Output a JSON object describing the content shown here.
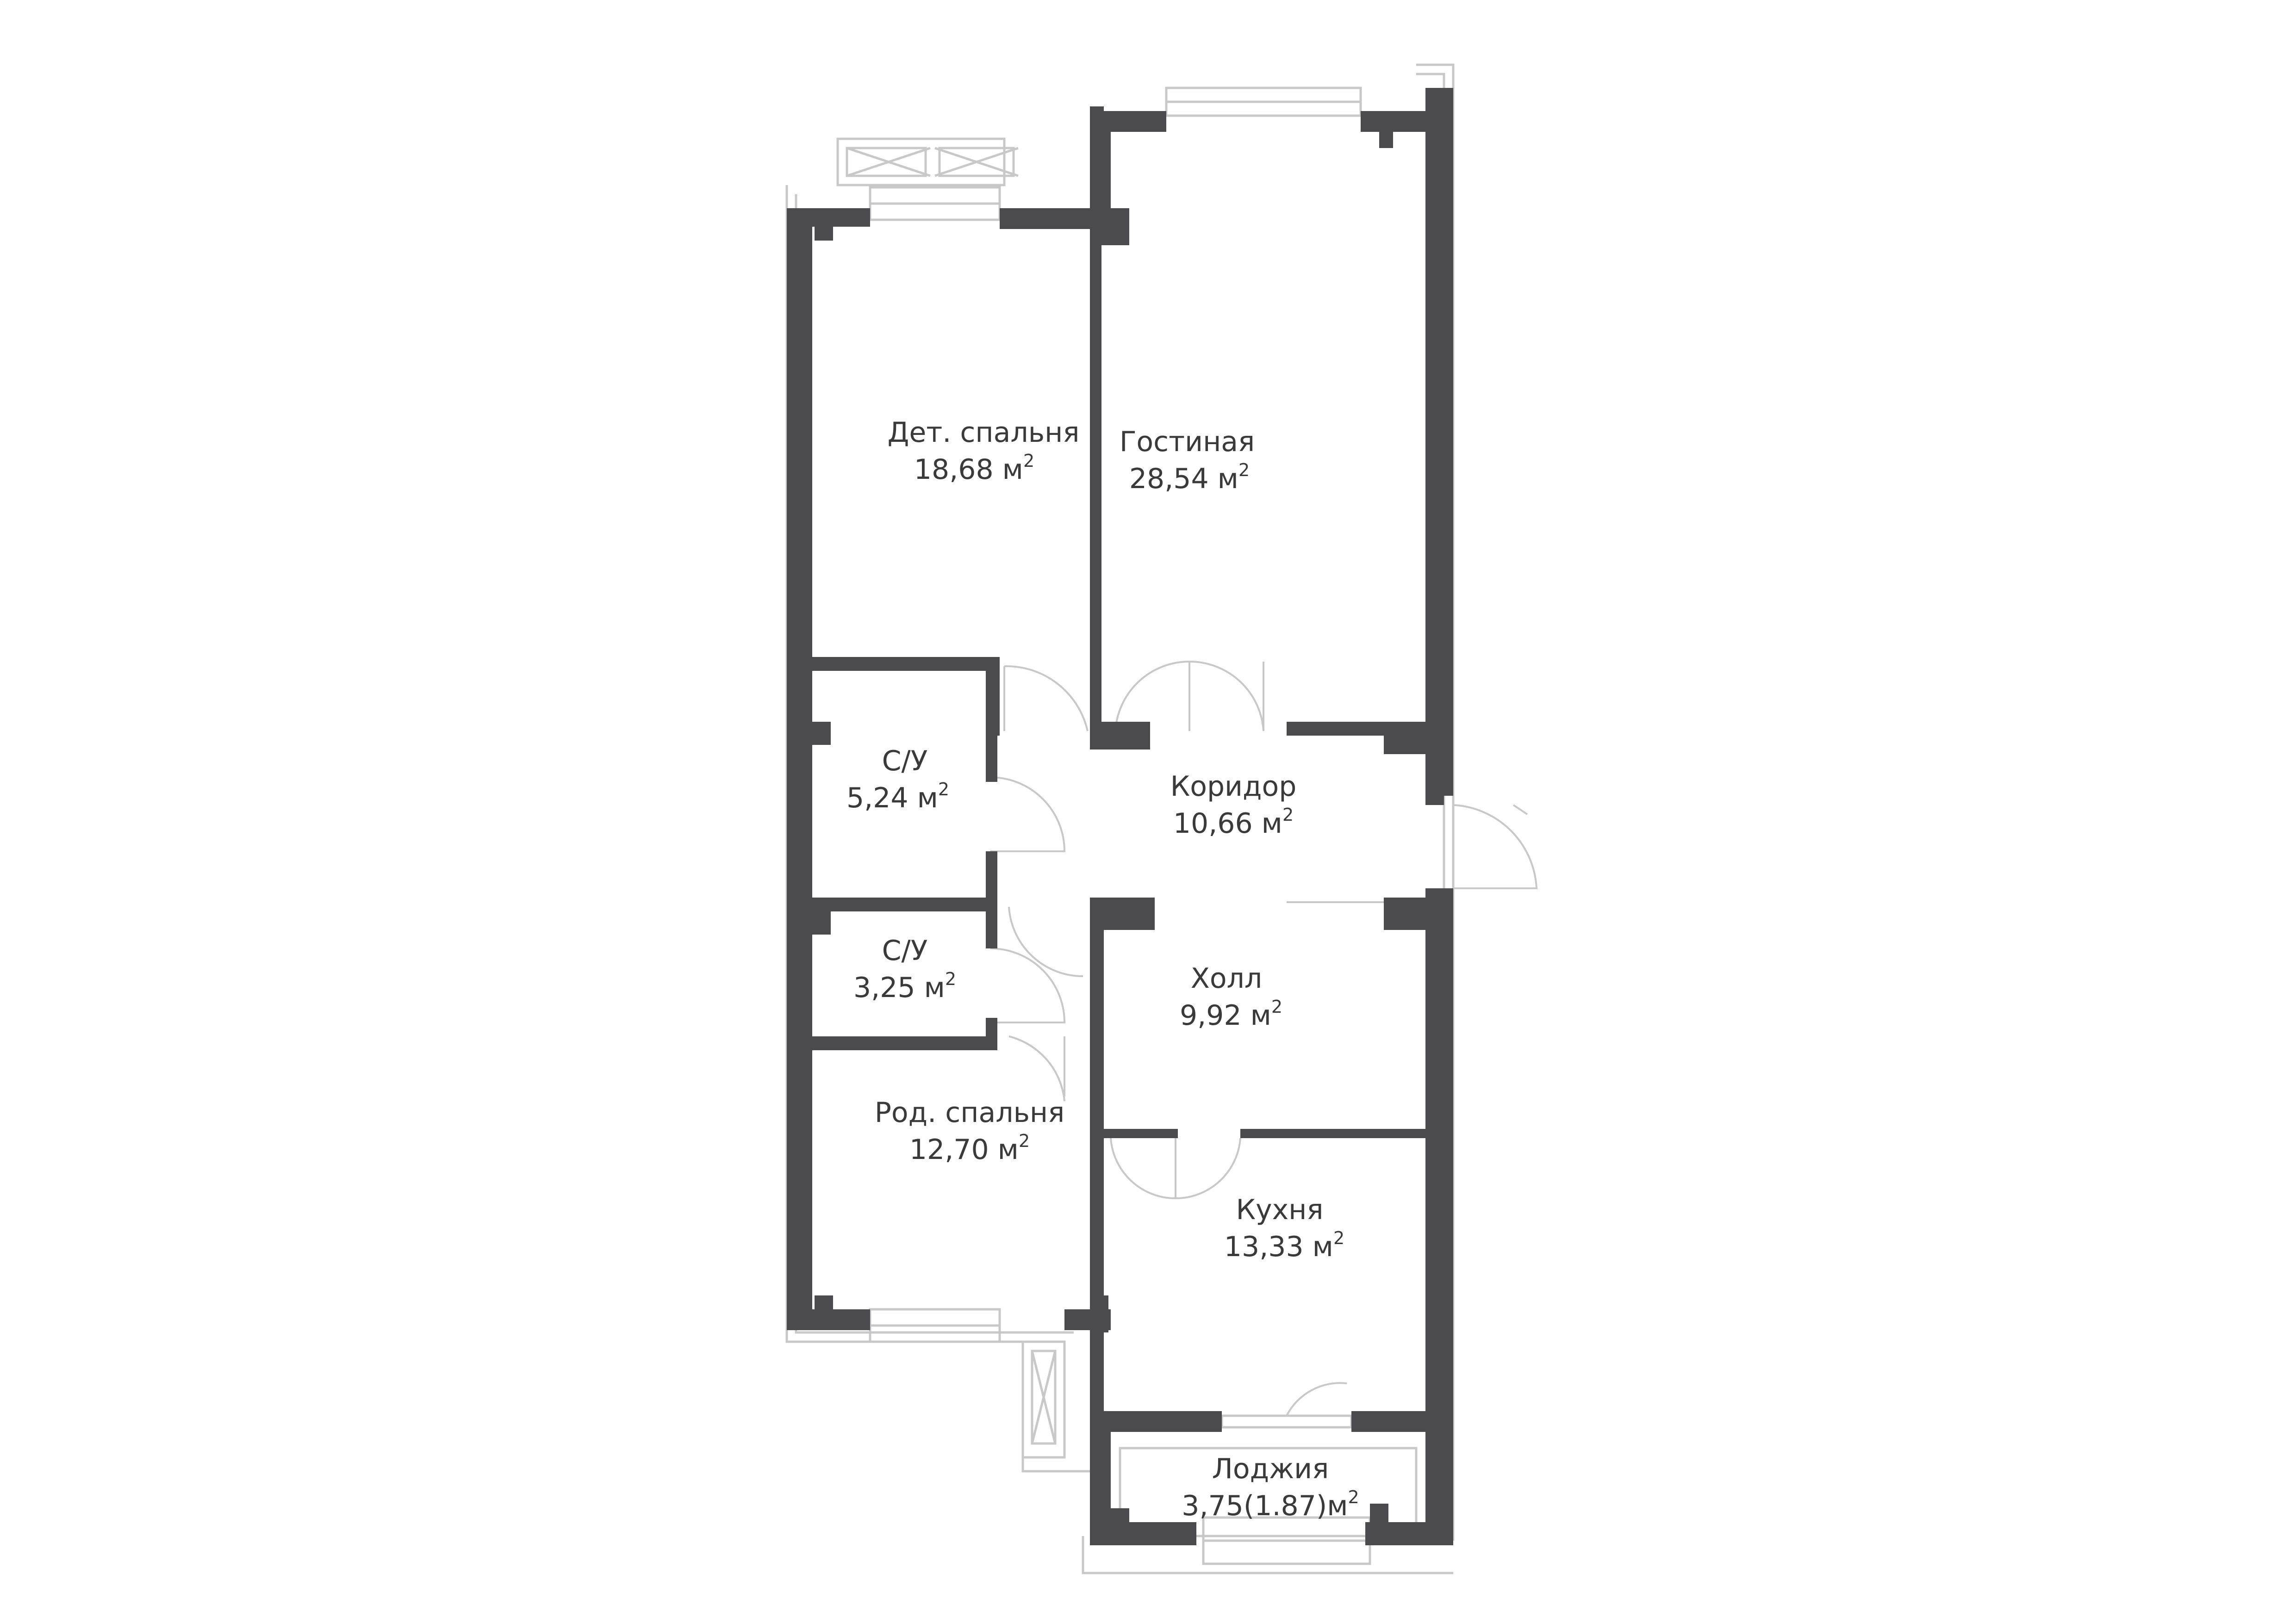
{
  "colors": {
    "wall": "#4b4b4d",
    "thin_line": "#c8c8c8",
    "text": "#3a3a3a"
  },
  "unit": "м",
  "unit_power": "2",
  "rooms": [
    {
      "id": "det-spalnya",
      "name": "Дет. спальня",
      "area": "18,68 м"
    },
    {
      "id": "gostinaya",
      "name": "Гостиная",
      "area": "28,54 м"
    },
    {
      "id": "su-1",
      "name": "С/У",
      "area": "5,24 м"
    },
    {
      "id": "koridor",
      "name": "Коридор",
      "area": "10,66 м"
    },
    {
      "id": "su-2",
      "name": "С/У",
      "area": "3,25 м"
    },
    {
      "id": "holl",
      "name": "Холл",
      "area": "9,92 м"
    },
    {
      "id": "rod-spalnya",
      "name": "Род. спальня",
      "area": "12,70 м"
    },
    {
      "id": "kuhnya",
      "name": "Кухня",
      "area": "13,33 м"
    },
    {
      "id": "lodzhiya",
      "name": "Лоджия",
      "area": "3,75(1.87)м"
    }
  ]
}
